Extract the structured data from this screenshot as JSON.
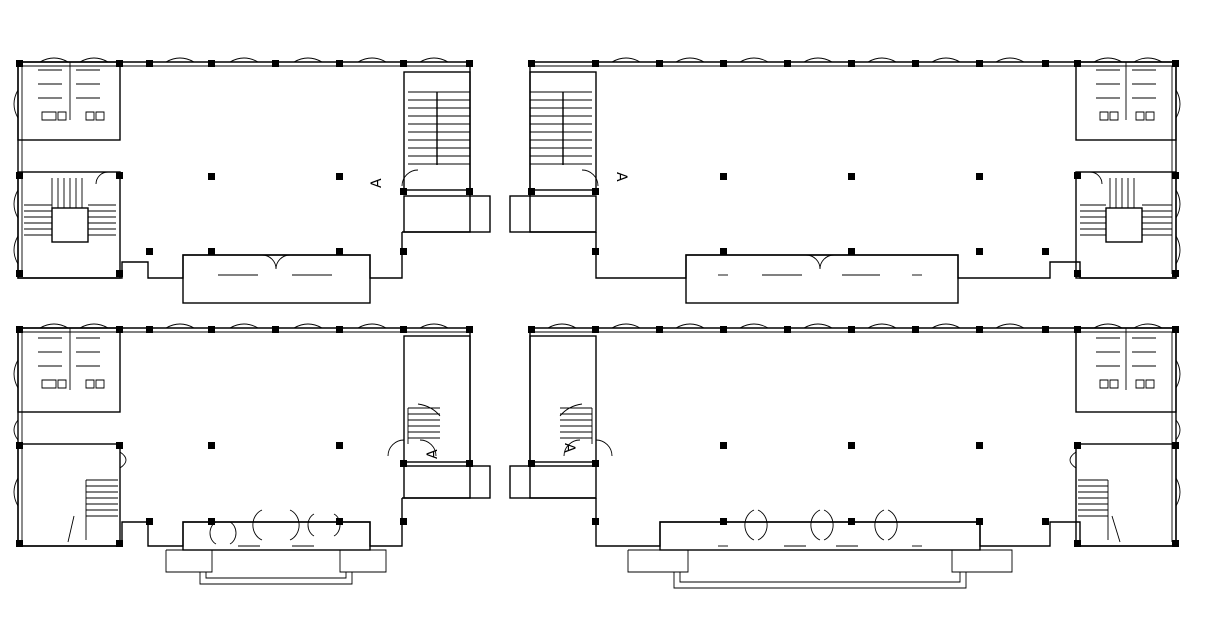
{
  "drawing": {
    "subject": "floor-plans",
    "sheet_color": "#ffffff",
    "line_color": "#000000",
    "plans": [
      {
        "id": "plan-top-left",
        "mirrored": false,
        "stair_arrow_label": "A"
      },
      {
        "id": "plan-top-right",
        "mirrored": true,
        "stair_arrow_label": "A"
      },
      {
        "id": "plan-bottom-left",
        "mirrored": false,
        "stair_arrow_label": "A"
      },
      {
        "id": "plan-bottom-right",
        "mirrored": true,
        "stair_arrow_label": "A"
      }
    ]
  }
}
